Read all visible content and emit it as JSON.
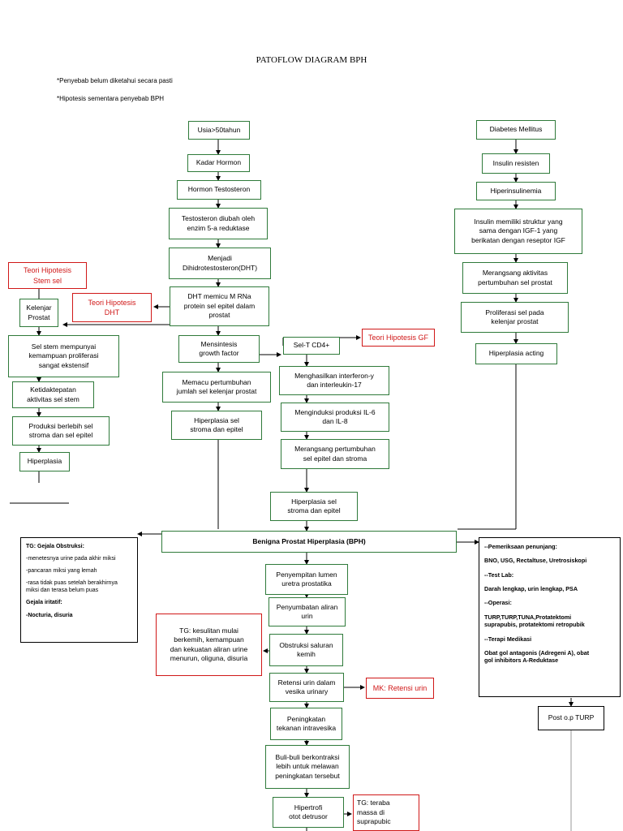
{
  "title": "PATOFLOW DIAGRAM BPH",
  "notes": {
    "note1": "*Penyebab belum diketahui secara pasti",
    "note2": "*Hipotesis sementara penyebab BPH"
  },
  "center_chain": {
    "usia": "Usia>50tahun",
    "kadar_hormon": "Kadar Hormon",
    "hormon_testosteron": "Hormon Testosteron",
    "testosteron_diubah": "Testosteron diubah oleh\nenzim 5-a reduktase",
    "menjadi_dht": "Menjadi\nDihidrotestosteron(DHT)",
    "dht_memicu": "DHT memicu M RNa\nprotein sel epitel dalam\nprostat",
    "mensintesis": "Mensintesis\ngrowth factor",
    "memacu": "Memacu pertumbuhan\njumlah sel kelenjar prostat",
    "hiperplasia_stroma_epitel": "Hiperplasia sel\nstroma dan epitel"
  },
  "gf_chain": {
    "sel_t": "Sel-T CD4+",
    "interferon": "Menghasilkan interferon-y\ndan interleukin-17",
    "il6": "Menginduksi produksi IL-6\ndan IL-8",
    "merangsang": "Merangsang pertumbuhan\nsel epitel dan stroma",
    "hiperplasia_stroma_epitel2": "Hiperplasia sel\nstroma dan epitel"
  },
  "left_chain": {
    "teori_stem": "Teori Hipotesis\nStem sel",
    "kelenjar": "Kelenjar\nProstat",
    "sel_stem": "Sel stem mempunyai\nkemampuan proliferasi\nsangat ekstensif",
    "ketidaktepatan": "Ketidaktepatan\naktivitas sel stem",
    "produksi": "Produksi berlebih sel\nstroma dan sel epitel",
    "hiperplasia": "Hiperplasia"
  },
  "theory_labels": {
    "dht": "Teori Hipotesis\nDHT",
    "gf": "Teori Hipotesis GF"
  },
  "right_chain": {
    "diabetes": "Diabetes Mellitus",
    "insulin_resisten": "Insulin resisten",
    "hiperinsulinemia": "Hiperinsulinemia",
    "insulin_struktur": "Insulin memiliki struktur yang\nsama dengan IGF-1 yang\nberikatan  dengan reseptor IGF",
    "merangsang_aktivitas": "Merangsang aktivitas\npertumbuhan sel prostat",
    "proliferasi": "Proliferasi sel pada\nkelenjar prostat",
    "hiperplasia_acting": "Hiperplasia acting"
  },
  "bph": "Benigna Prostat Hiperplasia (BPH)",
  "lower_chain": {
    "penyempitan": "Penyempitan lumen\nuretra prostatika",
    "penyumbatan": "Penyumbatan aliran\nurin",
    "obstruksi": "Obstruksi saluran\nkemih",
    "retensi": "Retensi urin dalam\nvesika urinary",
    "peningkatan": "Peningkatan\ntekanan intravesika",
    "buli": "Buli-buli berkontraksi\nlebih untuk melawan\npeningkatan tersebut",
    "hipertrofi": "Hipertrofi\notot detrusor"
  },
  "tg_boxes": {
    "kesulitan": "TG: kesulitan mulai\nberkemih, kemampuan\ndan kekuatan aliran urine\nmenurun, oliguna, disuria",
    "mk_retensi": "MK: Retensi urin",
    "teraba": "TG: teraba\nmassa di\nsuprapubic"
  },
  "left_panel": {
    "heading": "TG: Gejala Obstruksi:",
    "items": [
      "-menetesnya urine pada akhir miksi",
      "-pancaran miksi yang lemah",
      "-rasa tidak puas setelah berakhirnya\nmiksi dan terasa belum puas",
      "   Gejala iritatif:",
      "-Nocturia, disuria"
    ]
  },
  "right_panel": {
    "items": [
      "--Pemeriksaan penunjang:",
      "BNO, USG, Rectaltuse, Uretrosiskopi",
      "--Test Lab:",
      "Darah lengkap, urin lengkap, PSA",
      "--Operasi:",
      "TURP,TURP,TUNA,Protatektomi\nsuprapubis, protatektomi retropubik",
      "--Terapi Medikasi",
      "Obat gol antagonis (Adregeni A), obat\ngol inhibitors A-Reduktase"
    ]
  },
  "post_op": "Post o.p TURP"
}
